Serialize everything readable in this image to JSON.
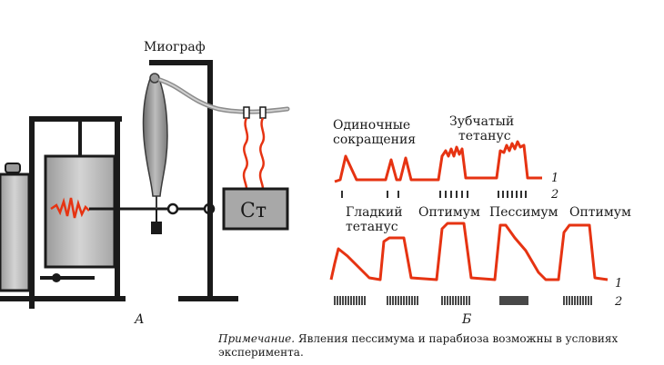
{
  "panel_a": {
    "letter": "А",
    "myograph_label": "Миограф",
    "stimulator_label": "Ст"
  },
  "panel_b": {
    "letter": "Б",
    "top_labels": [
      "Одиночные",
      "сокращения",
      "Зубчатый",
      "тетанус"
    ],
    "bottom_labels": [
      "Гладкий",
      "тетанус",
      "Оптимум",
      "Пессимум",
      "Оптимум"
    ],
    "trace_number": "1",
    "stimulus_number": "2"
  },
  "note": {
    "lead": "Примечание.",
    "text": "Явления пессимума и парабиоза возможны в условиях эксперимента."
  },
  "colors": {
    "trace": "#e63312",
    "ink": "#1a1a1a",
    "drum": "#b9b9b9"
  }
}
